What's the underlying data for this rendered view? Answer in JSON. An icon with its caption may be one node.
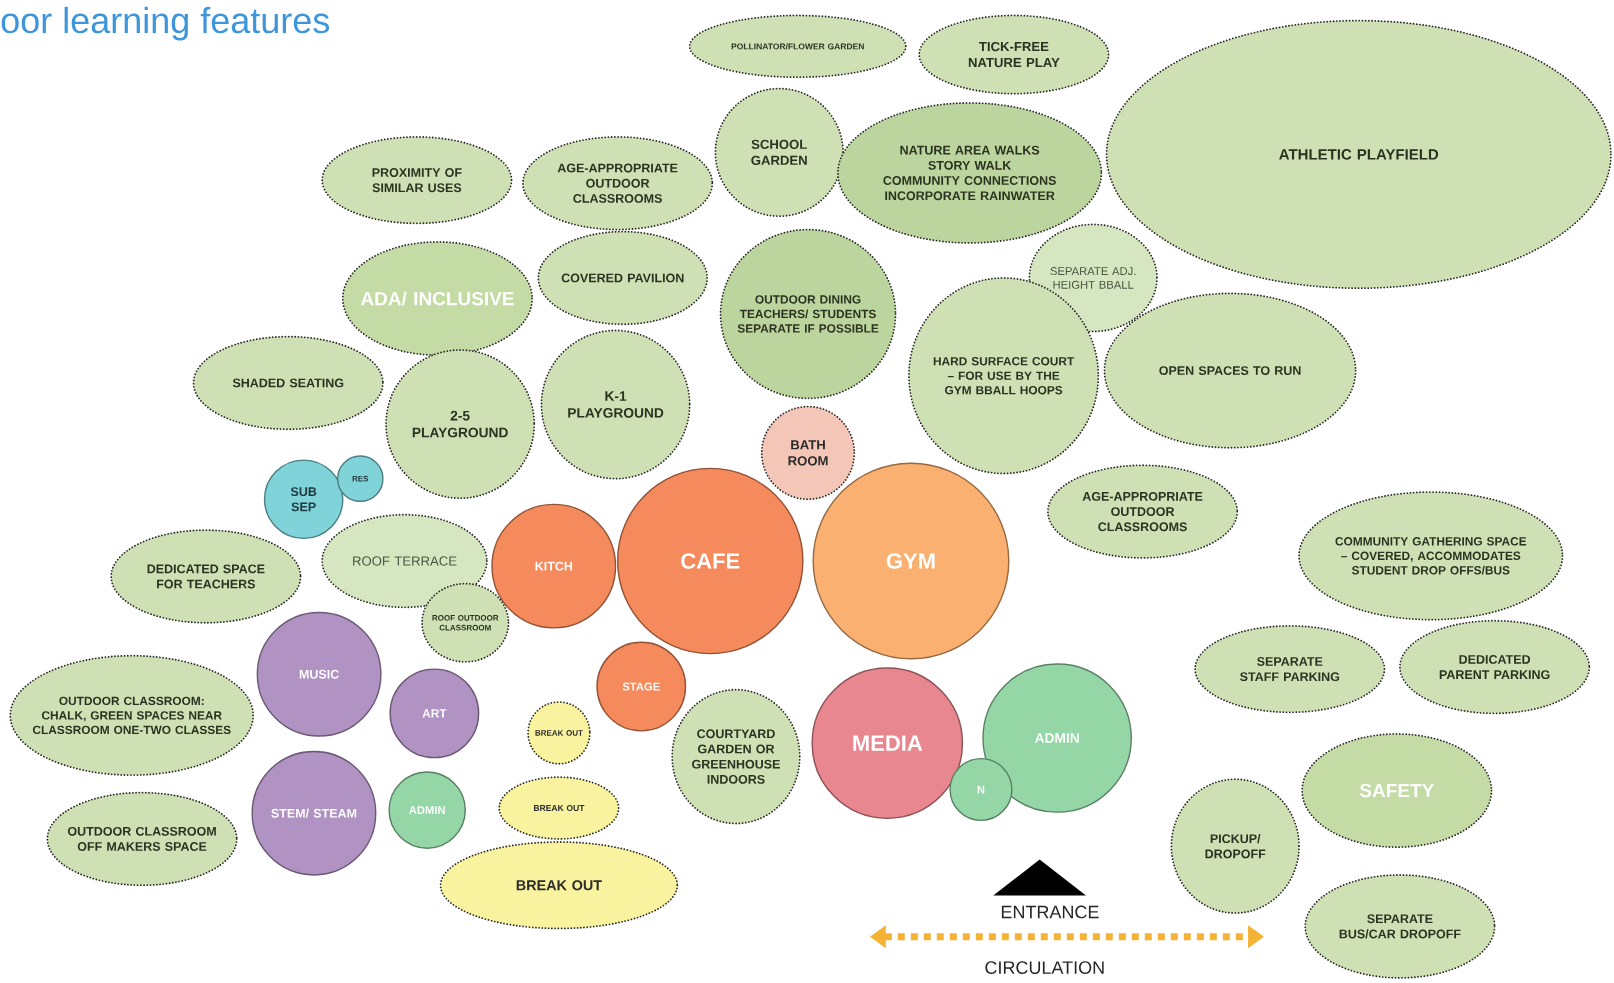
{
  "diagram": {
    "title": "oor learning features",
    "nodes": [
      {
        "text": [
          "POLLINATOR/FLOWER GARDEN"
        ]
      },
      {
        "text": [
          "TICK-FREE NATURE PLAY"
        ]
      },
      {
        "text": [
          "ATHLETIC PLAYFIELD"
        ]
      },
      {
        "text": [
          "PROXIMITY OF SIMILAR USES"
        ]
      },
      {
        "text": [
          "AGE-APPROPRIATE OUTDOOR CLASSROOMS"
        ]
      },
      {
        "text": [
          "SCHOOL GARDEN"
        ]
      },
      {
        "text": [
          "NATURE AREA WALKS",
          "STORY WALK",
          "COMMUNITY CONNECTIONS",
          "INCORPORATE RAINWATER"
        ]
      },
      {
        "text": [
          "ADA/ INCLUSIVE"
        ]
      },
      {
        "text": [
          "COVERED PAVILION"
        ]
      },
      {
        "text": [
          "OUTDOOR DINING TEACHERS/ STUDENTS SEPARATE IF POSSIBLE"
        ]
      },
      {
        "text": [
          "SEPARATE ADJ. HEIGHT BBALL"
        ]
      },
      {
        "text": [
          "SHADED SEATING"
        ]
      },
      {
        "text": [
          "2-5 PLAYGROUND"
        ]
      },
      {
        "text": [
          "K-1 PLAYGROUND"
        ]
      },
      {
        "text": [
          "HARD SURFACE COURT – FOR USE BY THE GYM BBALL HOOPS"
        ]
      },
      {
        "text": [
          "OPEN SPACES TO RUN"
        ]
      },
      {
        "text": [
          "BATH ROOM"
        ]
      },
      {
        "text": [
          "SUB SEP"
        ]
      },
      {
        "text": [
          "RES"
        ]
      },
      {
        "text": [
          "AGE-APPROPRIATE OUTDOOR CLASSROOMS"
        ]
      },
      {
        "text": [
          "ROOF TERRACE"
        ]
      },
      {
        "text": [
          "DEDICATED SPACE FOR TEACHERS"
        ]
      },
      {
        "text": [
          "KITCH"
        ]
      },
      {
        "text": [
          "CAFE"
        ]
      },
      {
        "text": [
          "GYM"
        ]
      },
      {
        "text": [
          "COMMUNITY GATHERING SPACE – COVERED, ACCOMMODATES STUDENT DROP OFFS/BUS"
        ]
      },
      {
        "text": [
          "ROOF OUTDOOR CLASSROOM"
        ]
      },
      {
        "text": [
          "MUSIC"
        ]
      },
      {
        "text": [
          "OUTDOOR CLASSROOM: CHALK, GREEN SPACES NEAR CLASSROOM ONE-TWO CLASSES"
        ]
      },
      {
        "text": [
          "STAGE"
        ]
      },
      {
        "text": [
          "SEPARATE STAFF PARKING"
        ]
      },
      {
        "text": [
          "DEDICATED PARENT PARKING"
        ]
      },
      {
        "text": [
          "ART"
        ]
      },
      {
        "text": [
          "BREAK OUT"
        ]
      },
      {
        "text": [
          "COURTYARD GARDEN OR GREENHOUSE INDOORS"
        ]
      },
      {
        "text": [
          "MEDIA"
        ]
      },
      {
        "text": [
          "ADMIN"
        ]
      },
      {
        "text": [
          "N"
        ]
      },
      {
        "text": [
          "STEM/ STEAM"
        ]
      },
      {
        "text": [
          "ADMIN"
        ]
      },
      {
        "text": [
          "BREAK OUT"
        ]
      },
      {
        "text": [
          "OUTDOOR CLASSROOM OFF MAKERS SPACE"
        ]
      },
      {
        "text": [
          "PICKUP/ DROPOFF"
        ]
      },
      {
        "text": [
          "SAFETY"
        ]
      },
      {
        "text": [
          "BREAK OUT"
        ]
      },
      {
        "text": [
          "SEPARATE BUS/CAR DROPOFF"
        ]
      }
    ],
    "labels": [
      "ENTRANCE",
      "CIRCULATION"
    ]
  }
}
